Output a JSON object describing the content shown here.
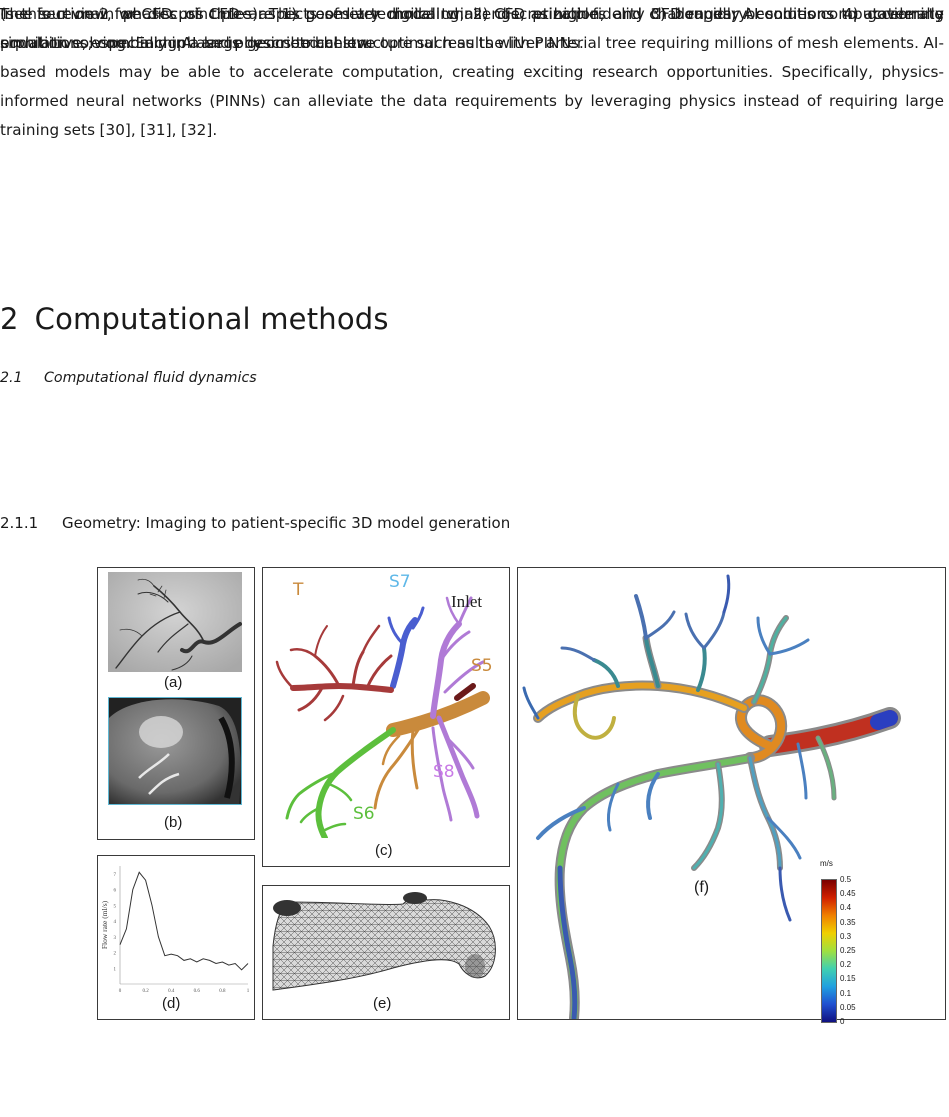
{
  "body": {
    "p1": "(see section 2 for CFD principles). This poses a technical challenge, as high-fidelity CFD rapidly becomes computationally prohibitive, especially in a large geometrical structure such as the liver arterial tree requiring millions of mesh elements.  AI-based models may be able to accelerate computation, creating exciting research opportunities. Specifically, physics-informed neural networks (PINNs) can alleviate the data requirements by leveraging physics instead of requiring large training sets [30], [31], [32].",
    "p2": "In this review, we discuss three aspects of liver digital twins: CFD principles and challenges; AI solutions to accelerate simulations; combining AI and physics to achieve optimal results with PINNs.",
    "p3": "The four main phases of CFD are 1) geometry modeling, 2) discretization, and 3) boundary conditions 4) governing equation solving. Each phase is described below."
  },
  "headings": {
    "section_num": "2",
    "section_title": "Computational methods",
    "sub_num": "2.1",
    "sub_title": "Computational fluid dynamics",
    "subsub_num": "2.1.1",
    "subsub_title": "Geometry: Imaging to patient-specific 3D model generation"
  },
  "figure": {
    "labels": {
      "a": "(a)",
      "b": "(b)",
      "c": "(c)",
      "d": "(d)",
      "e": "(e)",
      "f": "(f)"
    },
    "panel_c": {
      "T": "T",
      "S7": "S7",
      "Inlet": "Inlet",
      "S5": "S5",
      "S8": "S8",
      "S6": "S6",
      "colors": {
        "T": "#a63a3a",
        "S7": "#5a8fd6",
        "S5": "#c98a3c",
        "S8": "#b07ad6",
        "S6": "#5cbf3c",
        "Inlet": "#6b1a1a"
      }
    },
    "panel_d": {
      "ylabel": "Flow rate (ml/s)",
      "y_ticks": [
        "1",
        "2",
        "3",
        "4",
        "5",
        "6",
        "7"
      ],
      "x_ticks": [
        "0",
        "0.2",
        "0.4",
        "0.6",
        "0.8",
        "1"
      ],
      "curve": [
        [
          0,
          2.5
        ],
        [
          0.05,
          3.5
        ],
        [
          0.1,
          6
        ],
        [
          0.15,
          7.1
        ],
        [
          0.2,
          6.6
        ],
        [
          0.25,
          5
        ],
        [
          0.3,
          3
        ],
        [
          0.35,
          1.8
        ],
        [
          0.4,
          1.9
        ],
        [
          0.45,
          1.8
        ],
        [
          0.5,
          1.5
        ],
        [
          0.55,
          1.6
        ],
        [
          0.6,
          1.4
        ],
        [
          0.65,
          1.6
        ],
        [
          0.7,
          1.5
        ],
        [
          0.75,
          1.3
        ],
        [
          0.8,
          1.4
        ],
        [
          0.85,
          1.2
        ],
        [
          0.9,
          1.3
        ],
        [
          0.95,
          0.9
        ],
        [
          1,
          1.3
        ]
      ]
    },
    "panel_f": {
      "unit": "m/s",
      "scale": [
        "0.5",
        "0.45",
        "0.4",
        "0.35",
        "0.3",
        "0.25",
        "0.2",
        "0.15",
        "0.1",
        "0.05",
        "0"
      ]
    }
  }
}
